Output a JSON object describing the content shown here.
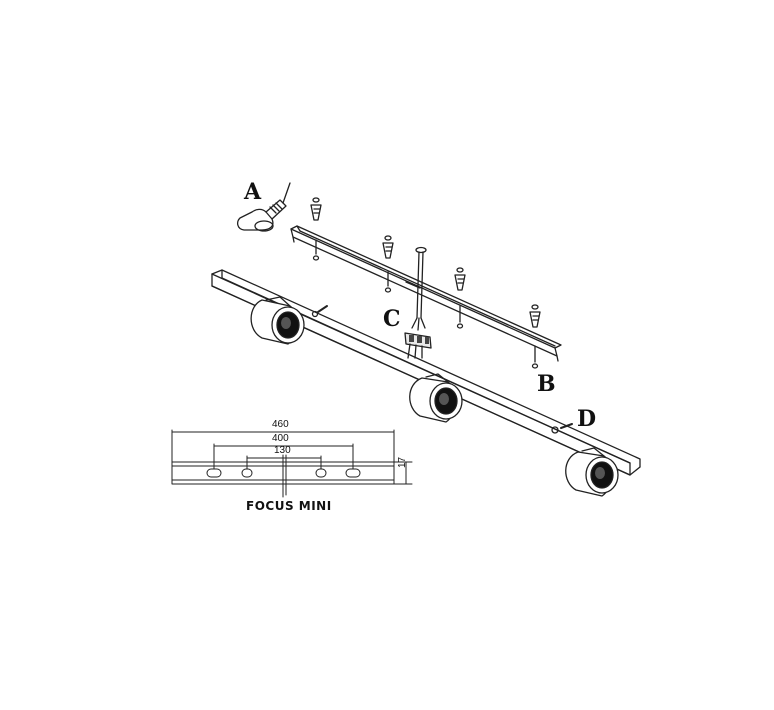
{
  "callouts": {
    "a": "A",
    "b": "B",
    "c": "C",
    "d": "D"
  },
  "dimensions": {
    "overall": "460",
    "middle": "400",
    "inner": "130",
    "height": "17"
  },
  "caption": "FOCUS MINI"
}
